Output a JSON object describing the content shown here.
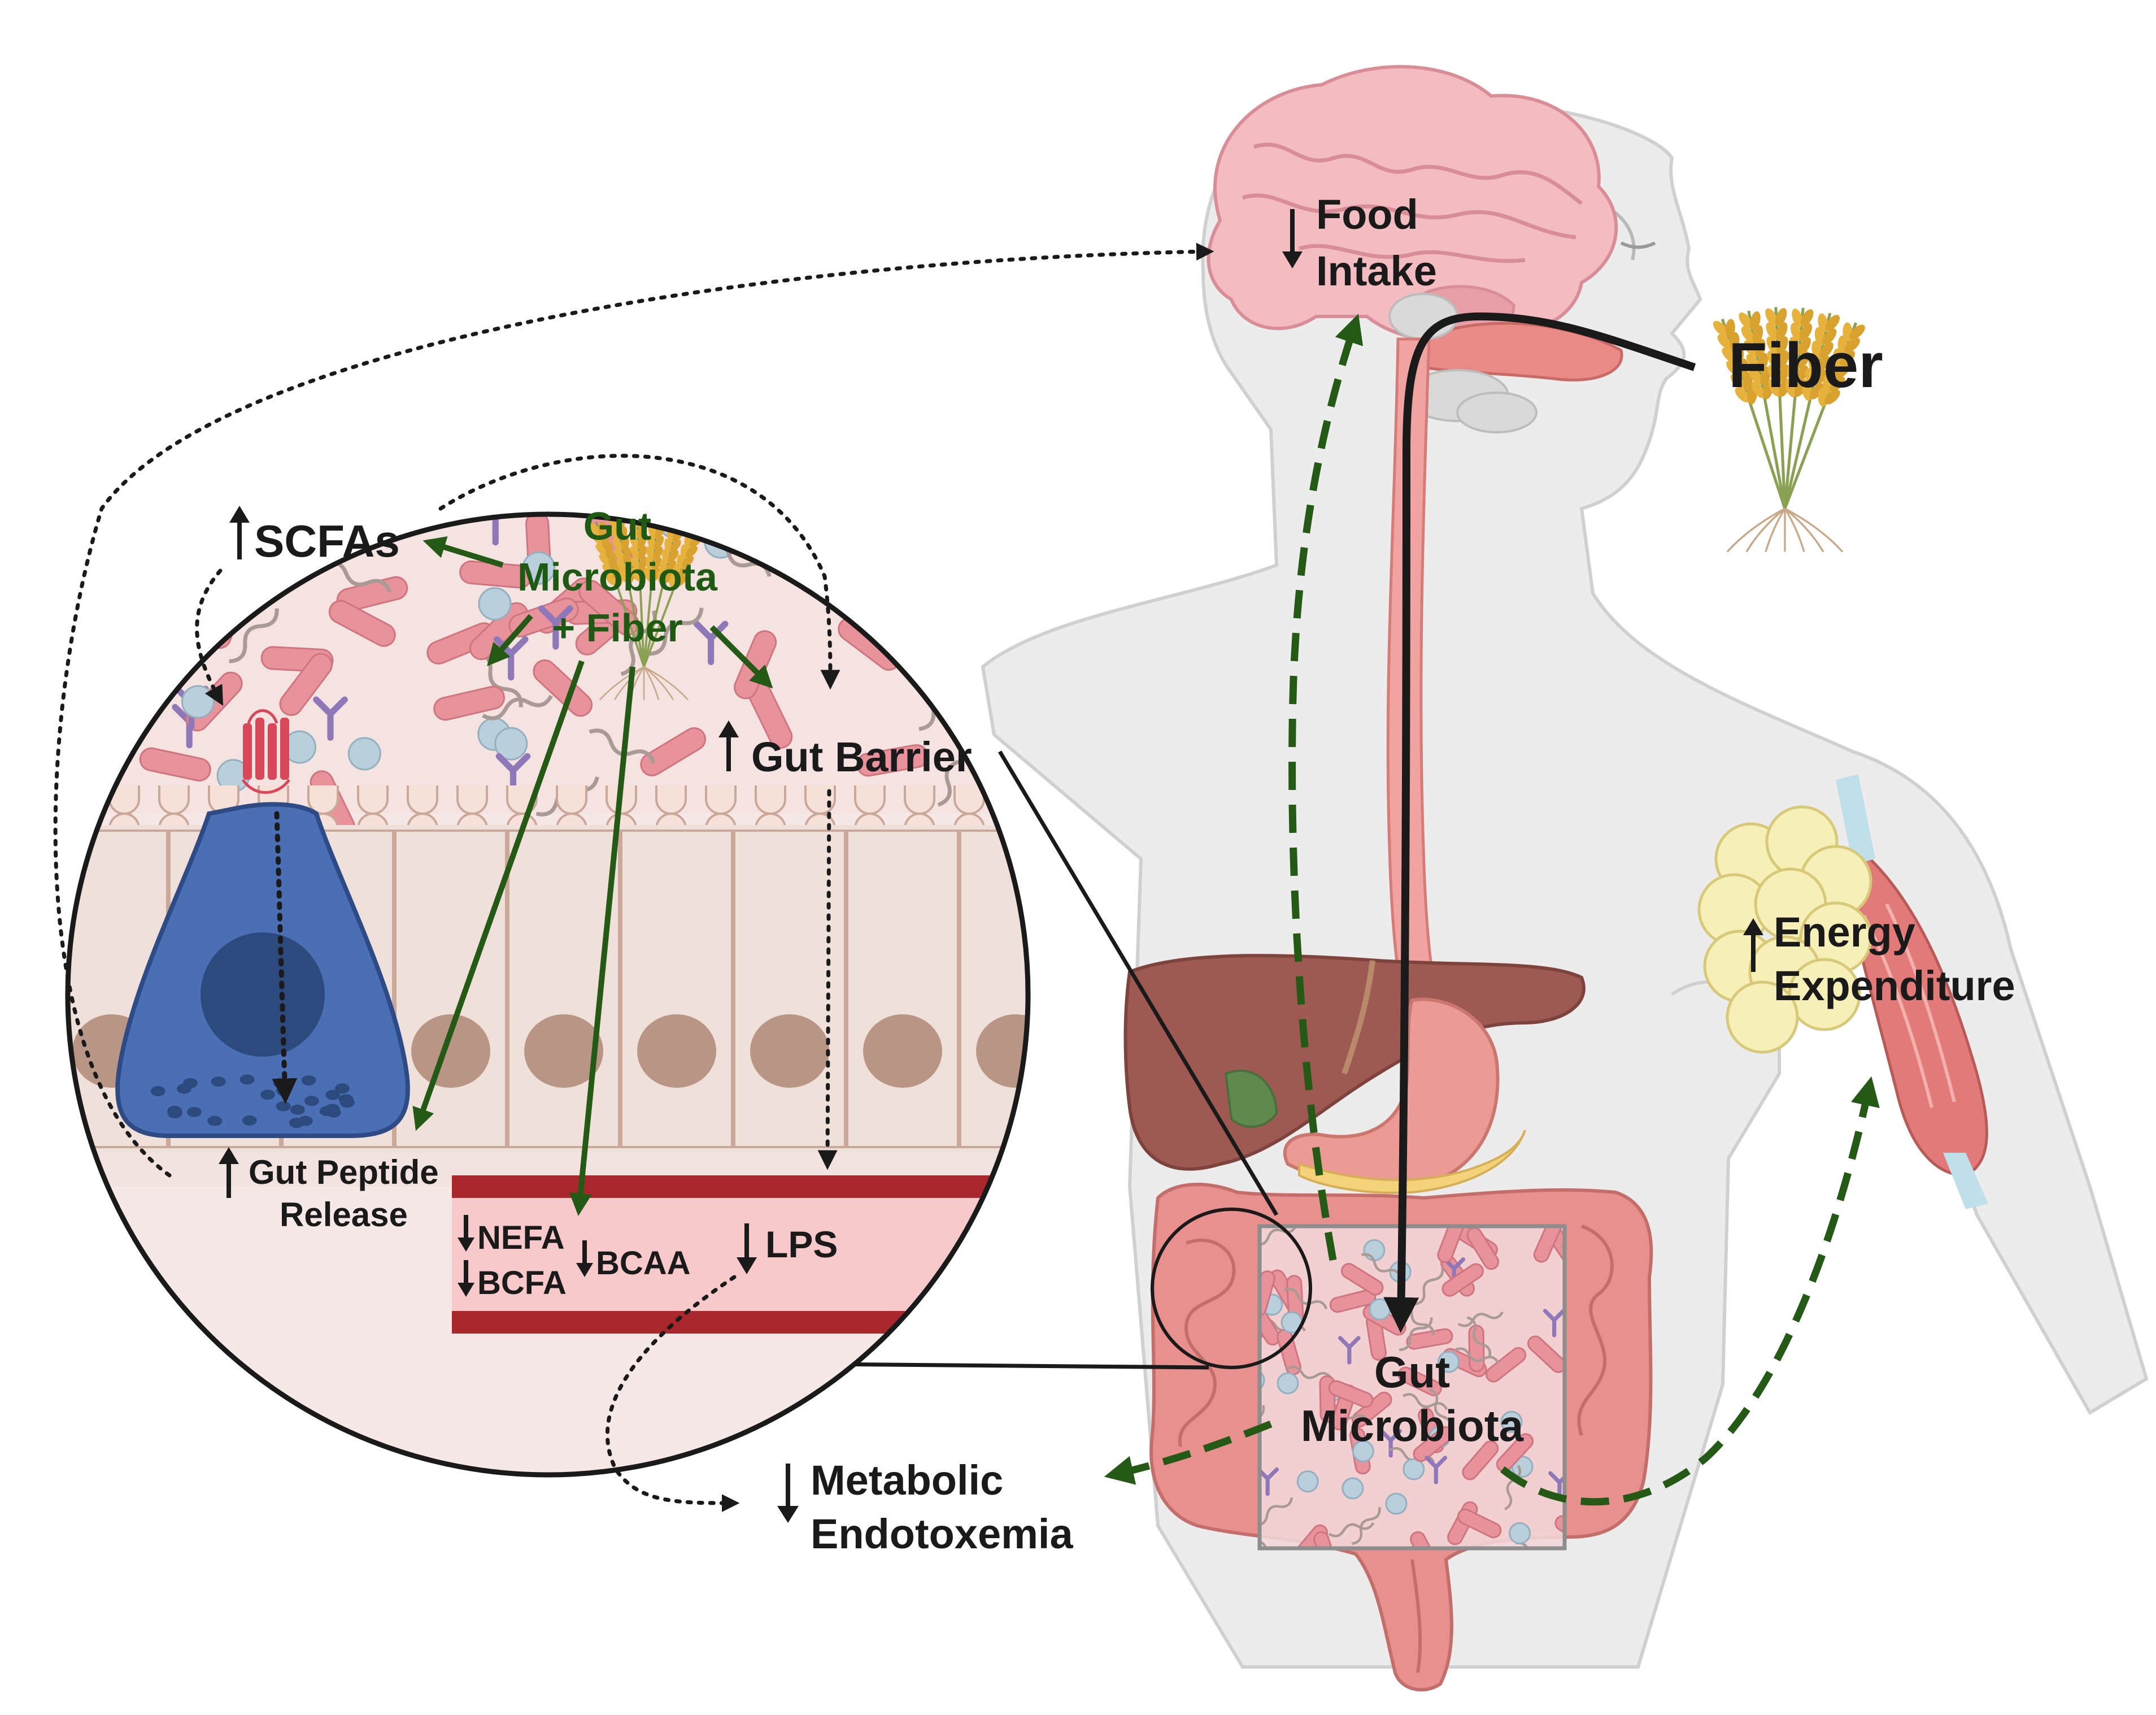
{
  "labels": {
    "food": "Food",
    "intake": "Intake",
    "fiber": "Fiber",
    "scfas": "SCFAs",
    "gut_mb_1": "Gut",
    "gut_mb_2": "Microbiota",
    "gut_mb_3": "+ Fiber",
    "gut_barrier": "Gut Barrier",
    "energy": "Energy",
    "expenditure": "Expenditure",
    "gut_peptide": "Gut Peptide",
    "release": "Release",
    "nefa": "NEFA",
    "bcfa": "BCFA",
    "bcaa": "BCAA",
    "lps": "LPS",
    "gut_body_1": "Gut",
    "gut_body_2": "Microbiota",
    "metabolic": "Metabolic",
    "endotoxemia": "Endotoxemia"
  },
  "colors": {
    "green_arrow": "#245a16",
    "black_arrow": "#1a1a1a",
    "body_fill": "#ececec",
    "brain": "#f0b7bd",
    "liver": "#9e5a52",
    "intestine": "#e08a8a",
    "cell_blue": "#4a6fb5",
    "blood": "#a8262c"
  },
  "icons": [
    "brain-icon",
    "wheat-icon",
    "liver-icon",
    "stomach-icon",
    "intestine-icon",
    "fat-cells-icon",
    "muscle-icon",
    "enteroendocrine-cell-icon",
    "bacteria-icon"
  ]
}
